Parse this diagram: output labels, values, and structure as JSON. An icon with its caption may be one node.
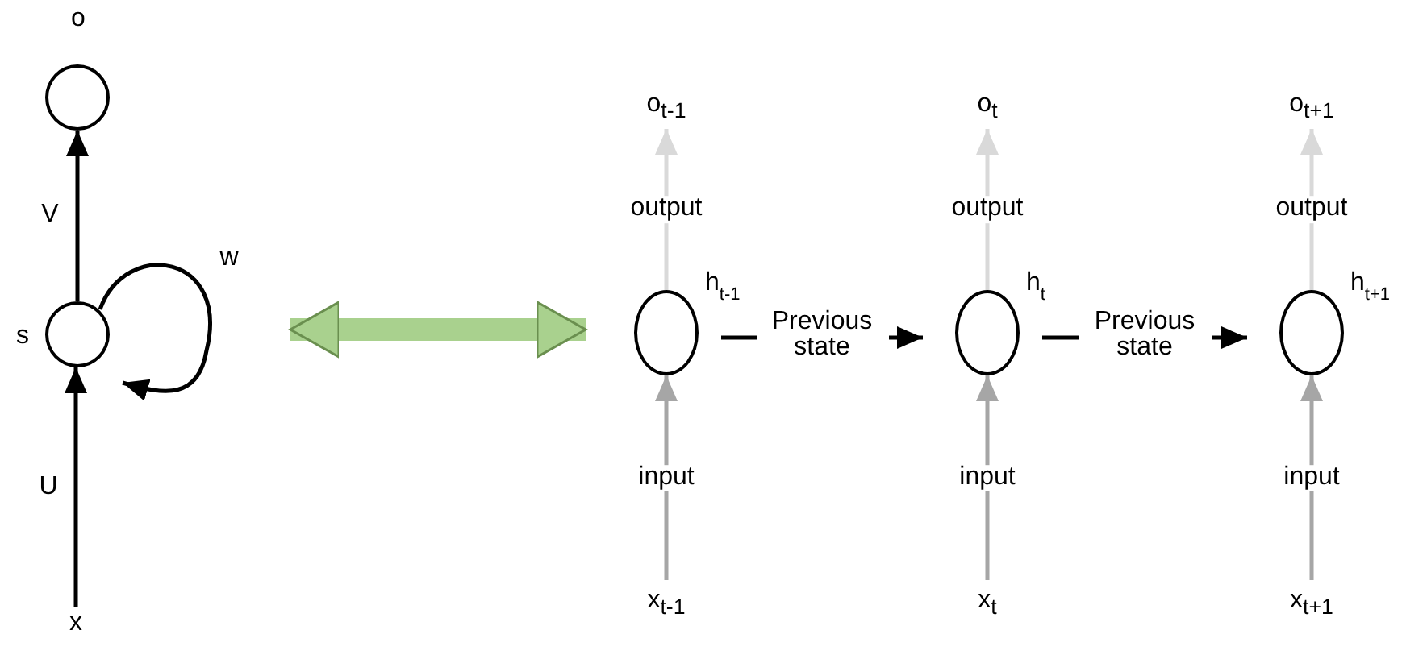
{
  "diagram": {
    "nodes": [
      {
        "text": [
          "o"
        ]
      },
      {
        "text": [
          "s"
        ]
      },
      {
        "text": [
          "x"
        ]
      },
      {
        "text": [
          "o$_{t-1}$"
        ]
      },
      {
        "text": [
          "h$_{t-1}$"
        ]
      },
      {
        "text": [
          "x$_{t-1}$"
        ]
      },
      {
        "text": [
          "o$_{t}$"
        ]
      },
      {
        "text": [
          "h$_{t}$"
        ]
      },
      {
        "text": [
          "x$_{t}$"
        ]
      },
      {
        "text": [
          "o$_{t+1}$"
        ]
      },
      {
        "text": [
          "h$_{t+1}$"
        ]
      },
      {
        "text": [
          "x$_{t+1}$"
        ]
      }
    ],
    "edges": [
      {
        "from": 2,
        "to": 1,
        "arrow": "to",
        "label": "U"
      },
      {
        "from": 1,
        "to": 0,
        "arrow": "to",
        "label": "V"
      },
      {
        "from": 1,
        "to": 1,
        "arrow": "to",
        "label": "w"
      },
      {
        "from": 1,
        "to": 4,
        "arrow": "both",
        "style": "thick",
        "color": "#a9d18e"
      },
      {
        "from": 5,
        "to": 4,
        "arrow": "to",
        "label": "input",
        "color": "#a6a6a6"
      },
      {
        "from": 4,
        "to": 3,
        "arrow": "to",
        "label": "output",
        "color": "#d9d9d9"
      },
      {
        "from": 8,
        "to": 7,
        "arrow": "to",
        "label": "input",
        "color": "#a6a6a6"
      },
      {
        "from": 7,
        "to": 6,
        "arrow": "to",
        "label": "output",
        "color": "#d9d9d9"
      },
      {
        "from": 11,
        "to": 10,
        "arrow": "to",
        "label": "input",
        "color": "#a6a6a6"
      },
      {
        "from": 10,
        "to": 9,
        "arrow": "to",
        "label": "output",
        "color": "#d9d9d9"
      },
      {
        "from": 4,
        "to": 7,
        "arrow": "to",
        "label": "Previous state"
      },
      {
        "from": 7,
        "to": 10,
        "arrow": "to",
        "label": "Previous state"
      }
    ]
  }
}
